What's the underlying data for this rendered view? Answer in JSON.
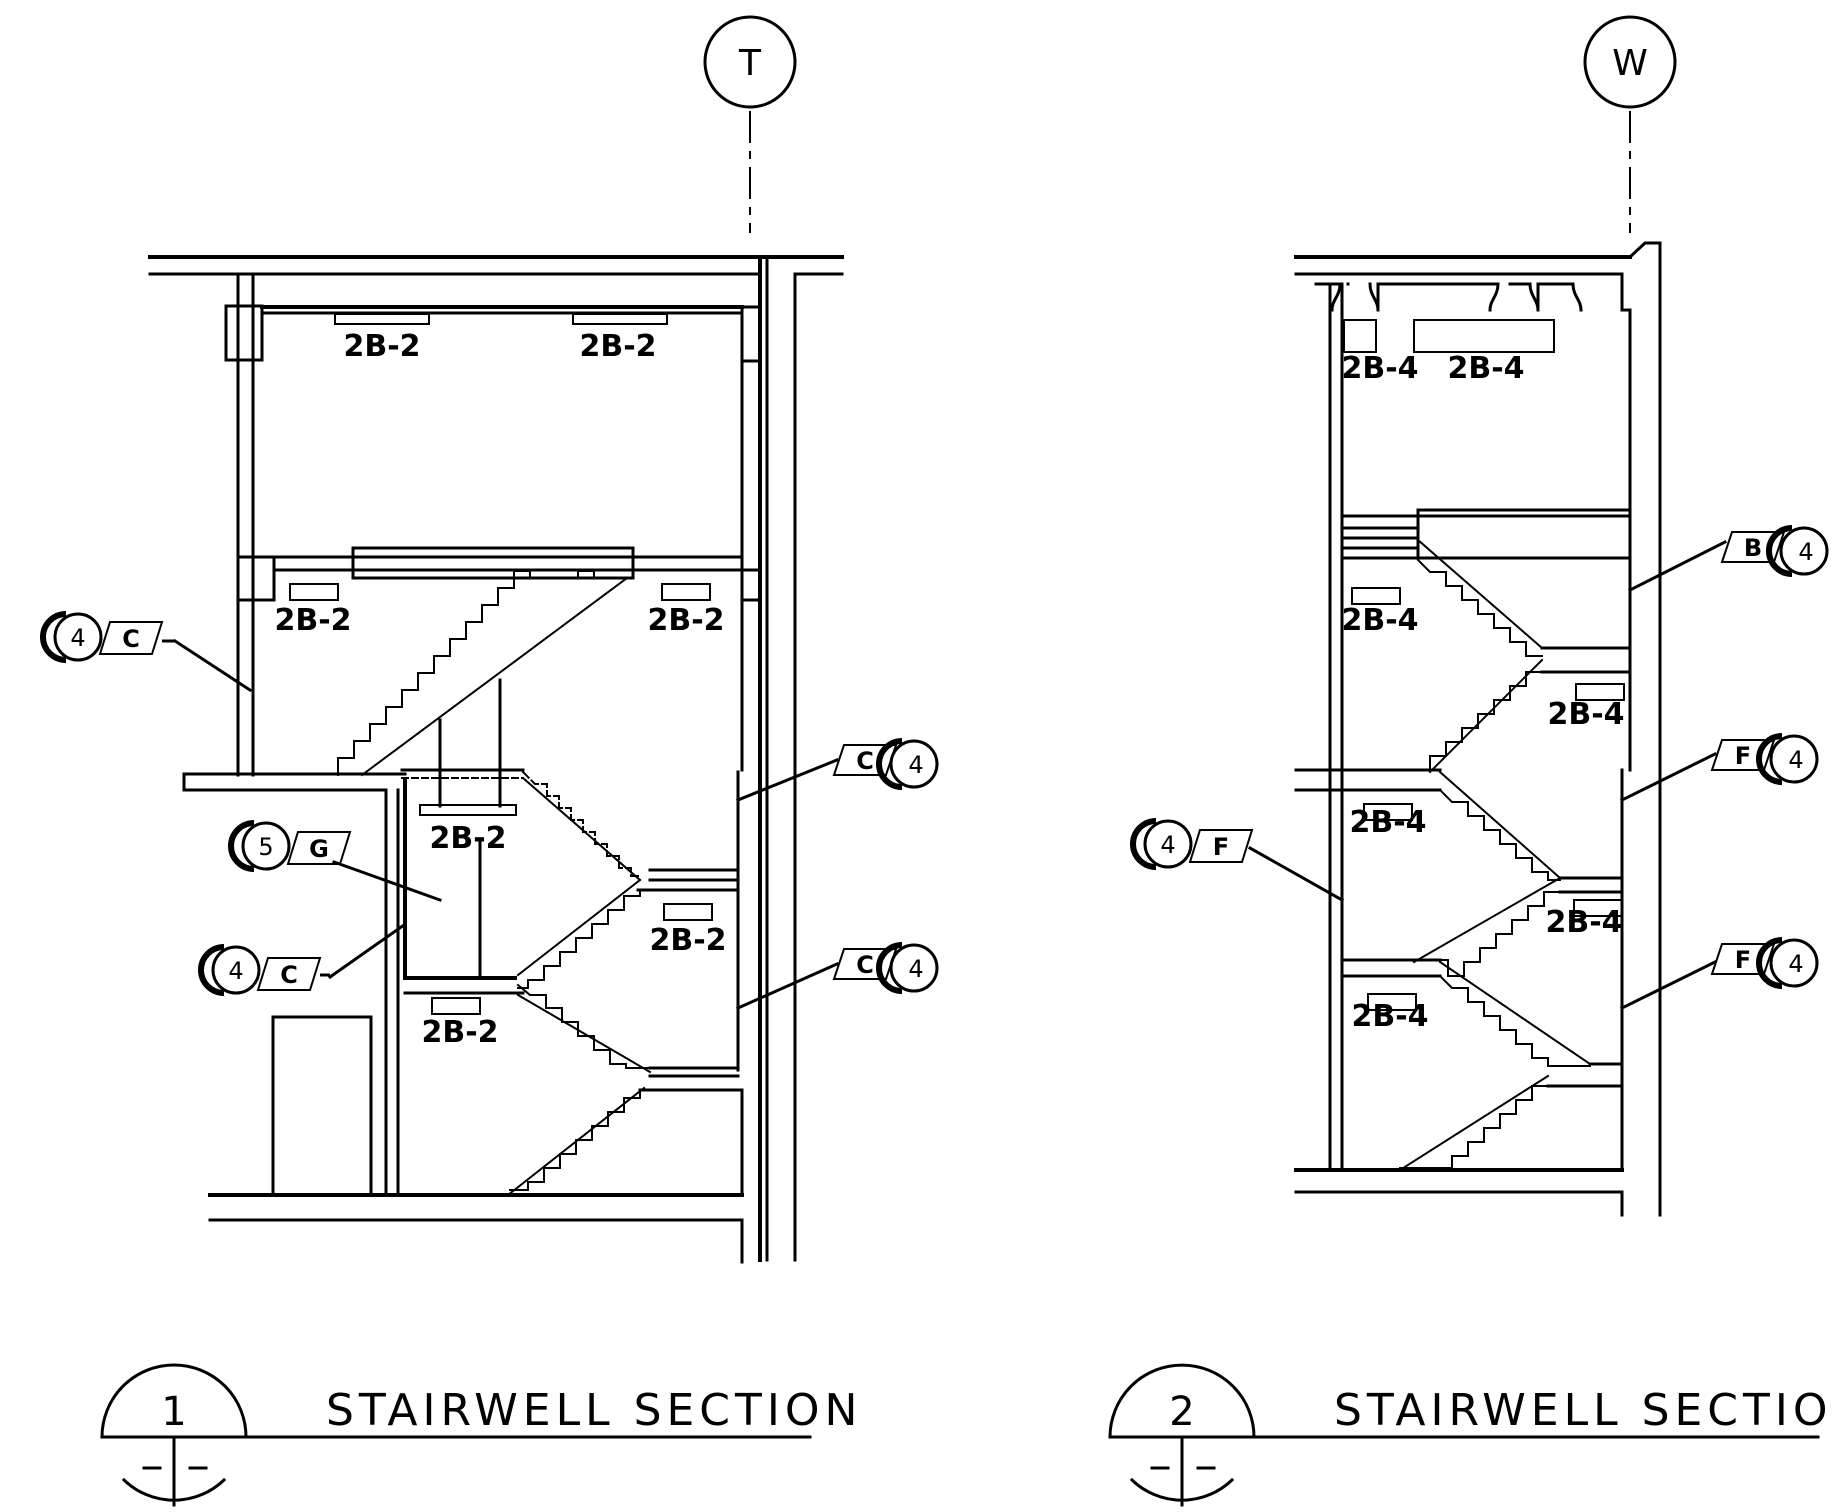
{
  "grid_markers": {
    "left": "T",
    "right": "W"
  },
  "section1": {
    "number": "1",
    "title": "STAIRWELL SECTION",
    "equipment_labels": [
      "2B-2",
      "2B-2",
      "2B-2",
      "2B-2",
      "2B-2",
      "2B-2",
      "2B-2"
    ],
    "tags": [
      {
        "num": "4",
        "letter": "C"
      },
      {
        "num": "5",
        "letter": "G"
      },
      {
        "num": "4",
        "letter": "C"
      },
      {
        "num": "4",
        "letter": "C"
      },
      {
        "num": "4",
        "letter": "C"
      }
    ]
  },
  "section2": {
    "number": "2",
    "title": "STAIRWELL SECTION",
    "equipment_labels": [
      "2B-4",
      "2B-4",
      "2B-4",
      "2B-4",
      "2B-4",
      "2B-4",
      "2B-4"
    ],
    "tags": [
      {
        "num": "4",
        "letter": "B"
      },
      {
        "num": "4",
        "letter": "F"
      },
      {
        "num": "4",
        "letter": "F"
      },
      {
        "num": "4",
        "letter": "F"
      }
    ]
  }
}
